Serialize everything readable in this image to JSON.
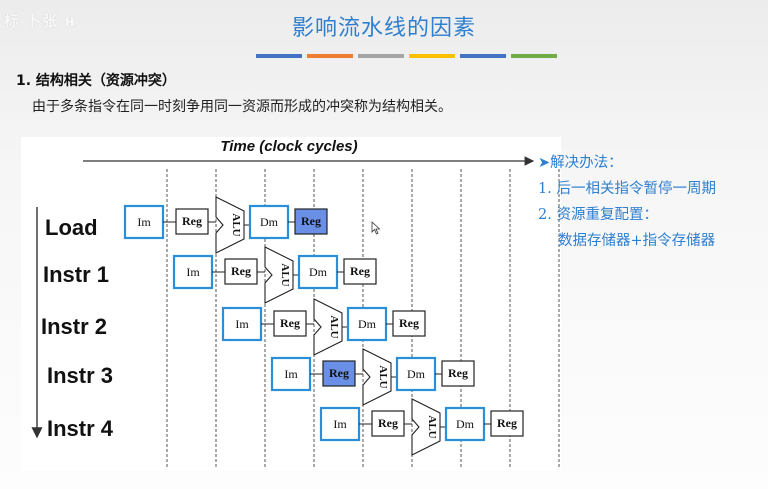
{
  "header": {
    "corner_logo": "标 卜张 ʜ",
    "title": "影响流水线的因素",
    "bar_colors": [
      "#4472c4",
      "#ed7d31",
      "#a5a5a5",
      "#ffc000",
      "#4472c4",
      "#70ad47"
    ]
  },
  "section": {
    "heading": "1. 结构相关（资源冲突）",
    "description": "由于多条指令在同一时刻争用同一资源而形成的冲突称为结构相关。"
  },
  "diagram": {
    "time_label": "Time (clock cycles)",
    "rows": [
      {
        "label": "Load",
        "start": 0,
        "highlight": "reg_final"
      },
      {
        "label": "Instr 1",
        "start": 1,
        "highlight": ""
      },
      {
        "label": "Instr 2",
        "start": 2,
        "highlight": ""
      },
      {
        "label": "Instr 3",
        "start": 3,
        "highlight": "reg_decode"
      },
      {
        "label": "Instr 4",
        "start": 4,
        "highlight": ""
      }
    ],
    "stages": {
      "im": "Im",
      "reg": "Reg",
      "alu": "ALU",
      "dm": "Dm"
    },
    "colors": {
      "stage_border": "#2a8fd8",
      "highlight_fill": "#6a8fe6",
      "grid_dash": "#555555"
    }
  },
  "solutions": {
    "title": "解决办法：",
    "items": [
      "1. 后一相关指令暂停一周期",
      "2. 资源重复配置："
    ],
    "detail": "数据存储器+指令存储器"
  }
}
